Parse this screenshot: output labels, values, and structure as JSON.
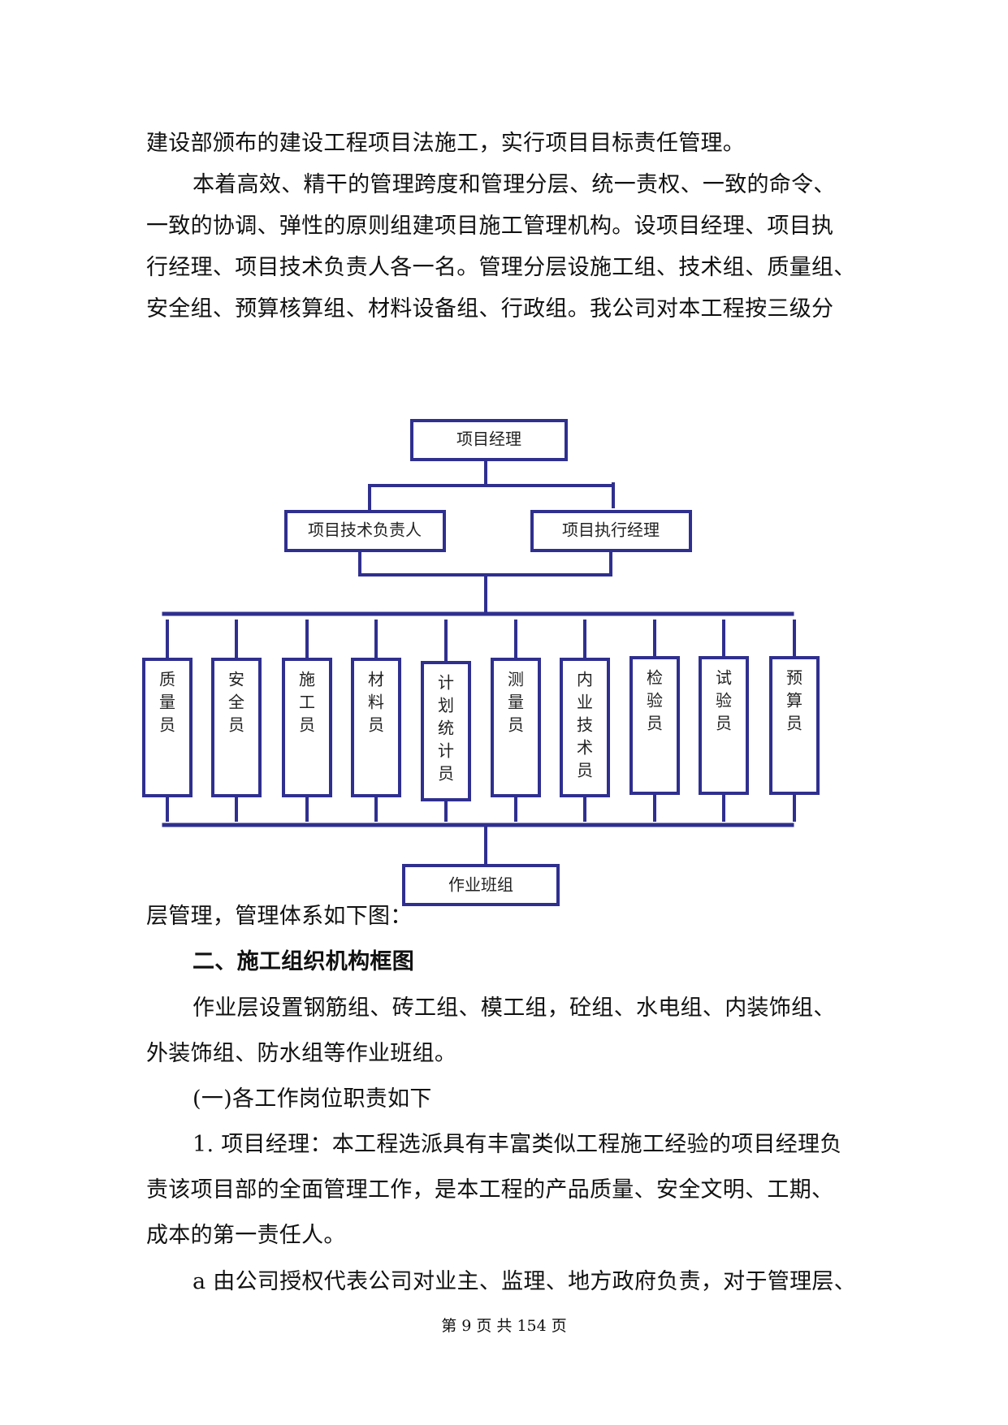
{
  "document": {
    "paragraphs": [
      "建设部颁布的建设工程项目法施工，实行项目目标责任管理。",
      "本着高效、精干的管理跨度和管理分层、统一责权、一致的命令、",
      "一致的协调、弹性的原则组建项目施工管理机构。设项目经理、项目执",
      "行经理、项目技术负责人各一名。管理分层设施工组、技术组、质量组、",
      "安全组、预算核算组、材料设备组、行政组。我公司对本工程按三级分",
      "层管理，管理体系如下图：",
      "二、施工组织机构框图",
      "作业层设置钢筋组、砖工组、模工组，砼组、水电组、内装饰组、",
      "外装饰组、防水组等作业班组。",
      "(一)各工作岗位职责如下",
      "1. 项目经理：本工程选派具有丰富类似工程施工经验的项目经理负",
      "责该项目部的全面管理工作，是本工程的产品质量、安全文明、工期、",
      "成本的第一责任人。",
      "a  由公司授权代表公司对业主、监理、地方政府负责，对于管理层、"
    ],
    "footer": "第 9 页 共 154 页"
  },
  "org_chart": {
    "line_color": "#2f2f8f",
    "top": "项目经理",
    "second_level": [
      "项目技术负责人",
      "项目执行经理"
    ],
    "staff": [
      "质量员",
      "安全员",
      "施工员",
      "材料员",
      "计划统计员",
      "测量员",
      "内业技术员",
      "检验员",
      "试验员",
      "预算员"
    ],
    "bottom": "作业班组"
  }
}
